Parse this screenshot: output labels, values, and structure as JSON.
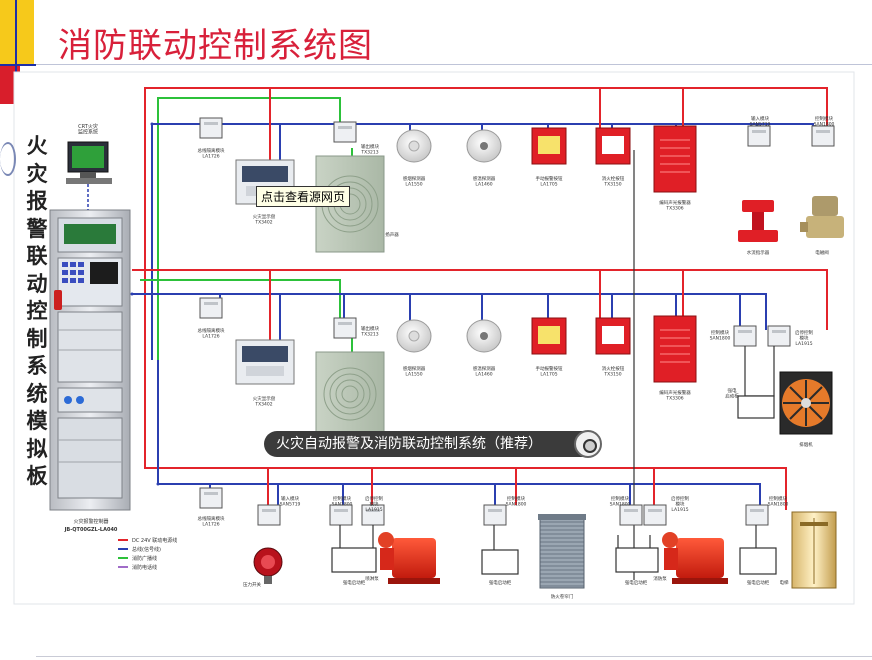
{
  "title": "消防联动控制系统图",
  "side_title": "火灾报警联动控制系统模拟板",
  "tooltip": "点击查看源网页",
  "banner": "火灾自动报警及消防联动控制系统（推荐）",
  "colors": {
    "title_red": "#d8203a",
    "wire_red": "#e3242b",
    "wire_blue": "#2b3fb0",
    "wire_green": "#2cc13a",
    "accent_yellow": "#f6c91b"
  },
  "labels": {
    "crt": "CRT火灾\n监控系统",
    "cabinet_name": "火灾报警控制器",
    "cabinet_model": "JB-QT00GZL-LA040",
    "legend": [
      "DC 24V 联动电源线",
      "总线(信号线)",
      "消防广播线",
      "消防电话线"
    ],
    "r1_isolator": "总线隔离模块\nLA1726",
    "r1_output": "输出模块\nTX3213",
    "r1_floor": "火灾显示盘\nTX3402",
    "r1_speaker": "扬声器",
    "r1_smoke": "感烟探测器\nLA1550",
    "r1_heat": "感温探测器\nLA1460",
    "r1_manual": "手动报警按钮\nLA1705",
    "r1_hydrant": "消火栓按钮\nTX3150",
    "r1_alarm": "编码声光报警器\nTX3306",
    "r1_input": "输入模块\nSAN5719",
    "r1_control": "控制模块\nSAN1800",
    "r1_flow": "水流指示器",
    "r1_valve": "电磁阀",
    "r2_isolator": "总线隔离模块\nLA1726",
    "r2_output": "输出模块\nTX3213",
    "r2_floor": "火灾显示盘\nTX3402",
    "r2_smoke": "感烟探测器\nLA1550",
    "r2_heat": "感温探测器\nLA1460",
    "r2_manual": "手动报警按钮\nLA1705",
    "r2_hydrant": "消火栓按钮\nTX3150",
    "r2_alarm": "编码声光报警器\nTX3306",
    "r2_control": "控制模块\nSAN1800",
    "r2_startstop": "启停控制\n模块\nLA1915",
    "r2_box": "强电\n启动柜",
    "r2_fan": "排烟机",
    "r3_isolator": "总线隔离模块\nLA1726",
    "r3_input": "输入模块\nSAN5719",
    "r3_control1": "控制模块\nSAN1800",
    "r3_startstop1": "启停控制\n模块\nLA1915",
    "r3_pressure": "压力开关",
    "r3_box1": "强电启动柜",
    "r3_pump1": "喷淋泵",
    "r3_control2": "控制模块\nSAN1800",
    "r3_box2": "强电启动柜",
    "r3_door": "防火卷帘门",
    "r3_control3": "控制模块\nSAN1800",
    "r3_startstop2": "启停控制\n模块\nLA1915",
    "r3_box3": "强电启动柜",
    "r3_pump2": "消防泵",
    "r3_control4": "控制模块\nSAN1800",
    "r3_box4": "强电启动柜",
    "r3_elevator": "电梯"
  }
}
